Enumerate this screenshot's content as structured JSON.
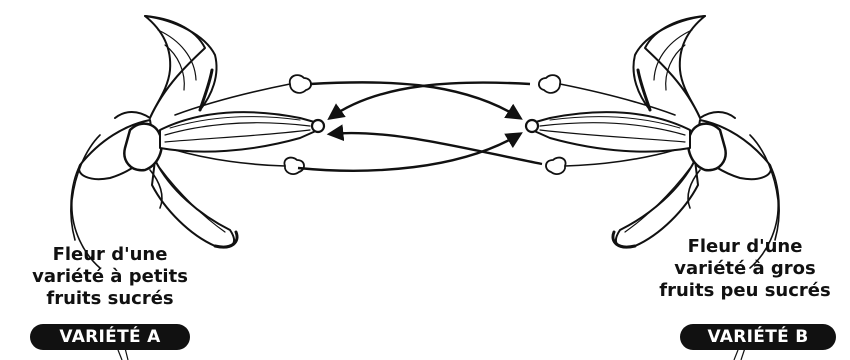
{
  "variety_a": {
    "caption_lines": [
      "Fleur d'une",
      "variété à petits",
      "fruits sucrés"
    ],
    "badge": "VARIÉTÉ A"
  },
  "variety_b": {
    "caption_lines": [
      "Fleur d'une",
      "variété à gros",
      "fruits peu sucrés"
    ],
    "badge": "VARIÉTÉ B"
  },
  "colors": {
    "ink": "#111111",
    "background": "#ffffff",
    "badge_text": "#ffffff"
  }
}
